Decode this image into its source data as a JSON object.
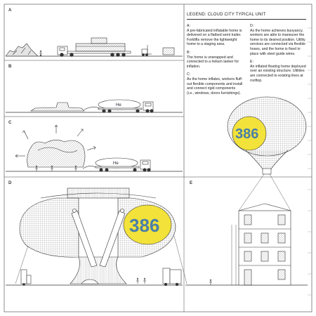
{
  "legend": {
    "title": "LEGEND: CLOUD CITY TYPICAL UNIT",
    "left_items": [
      {
        "letter": "A:",
        "text": "A pre-fabricated inflatable home is delivered on a flatbed semi trailer. Forklifts remove the lightweight home to a staging area."
      },
      {
        "letter": "B:",
        "text": "The home is unwrapped and connected to a helium tanker for inflation."
      },
      {
        "letter": "C:",
        "text": "As the home inflates, workers fluff-out flexible components and install and connect rigid components (i.e., windows, doors furnishings)."
      }
    ],
    "right_items": [
      {
        "letter": "D:",
        "text": "As the home achieves buoyancy, workers are able to maneuver the home to its desired position. Utility services are connected via flexible hoses, and the home is fixed in place with steel guide wires."
      },
      {
        "letter": "E:",
        "text": "An inflated floating home deployed over an existing structure. Utilities are connected to existing lines at rooftop."
      }
    ]
  },
  "panels": {
    "a": "A",
    "b": "B",
    "c": "C",
    "d": "D",
    "e": "E"
  },
  "unit_number": "386",
  "tanker_label": "He",
  "colors": {
    "balloon_yellow": "#f2e23a",
    "number_blue": "#4a7fa8",
    "line": "#333333",
    "hatch": "#777777"
  }
}
